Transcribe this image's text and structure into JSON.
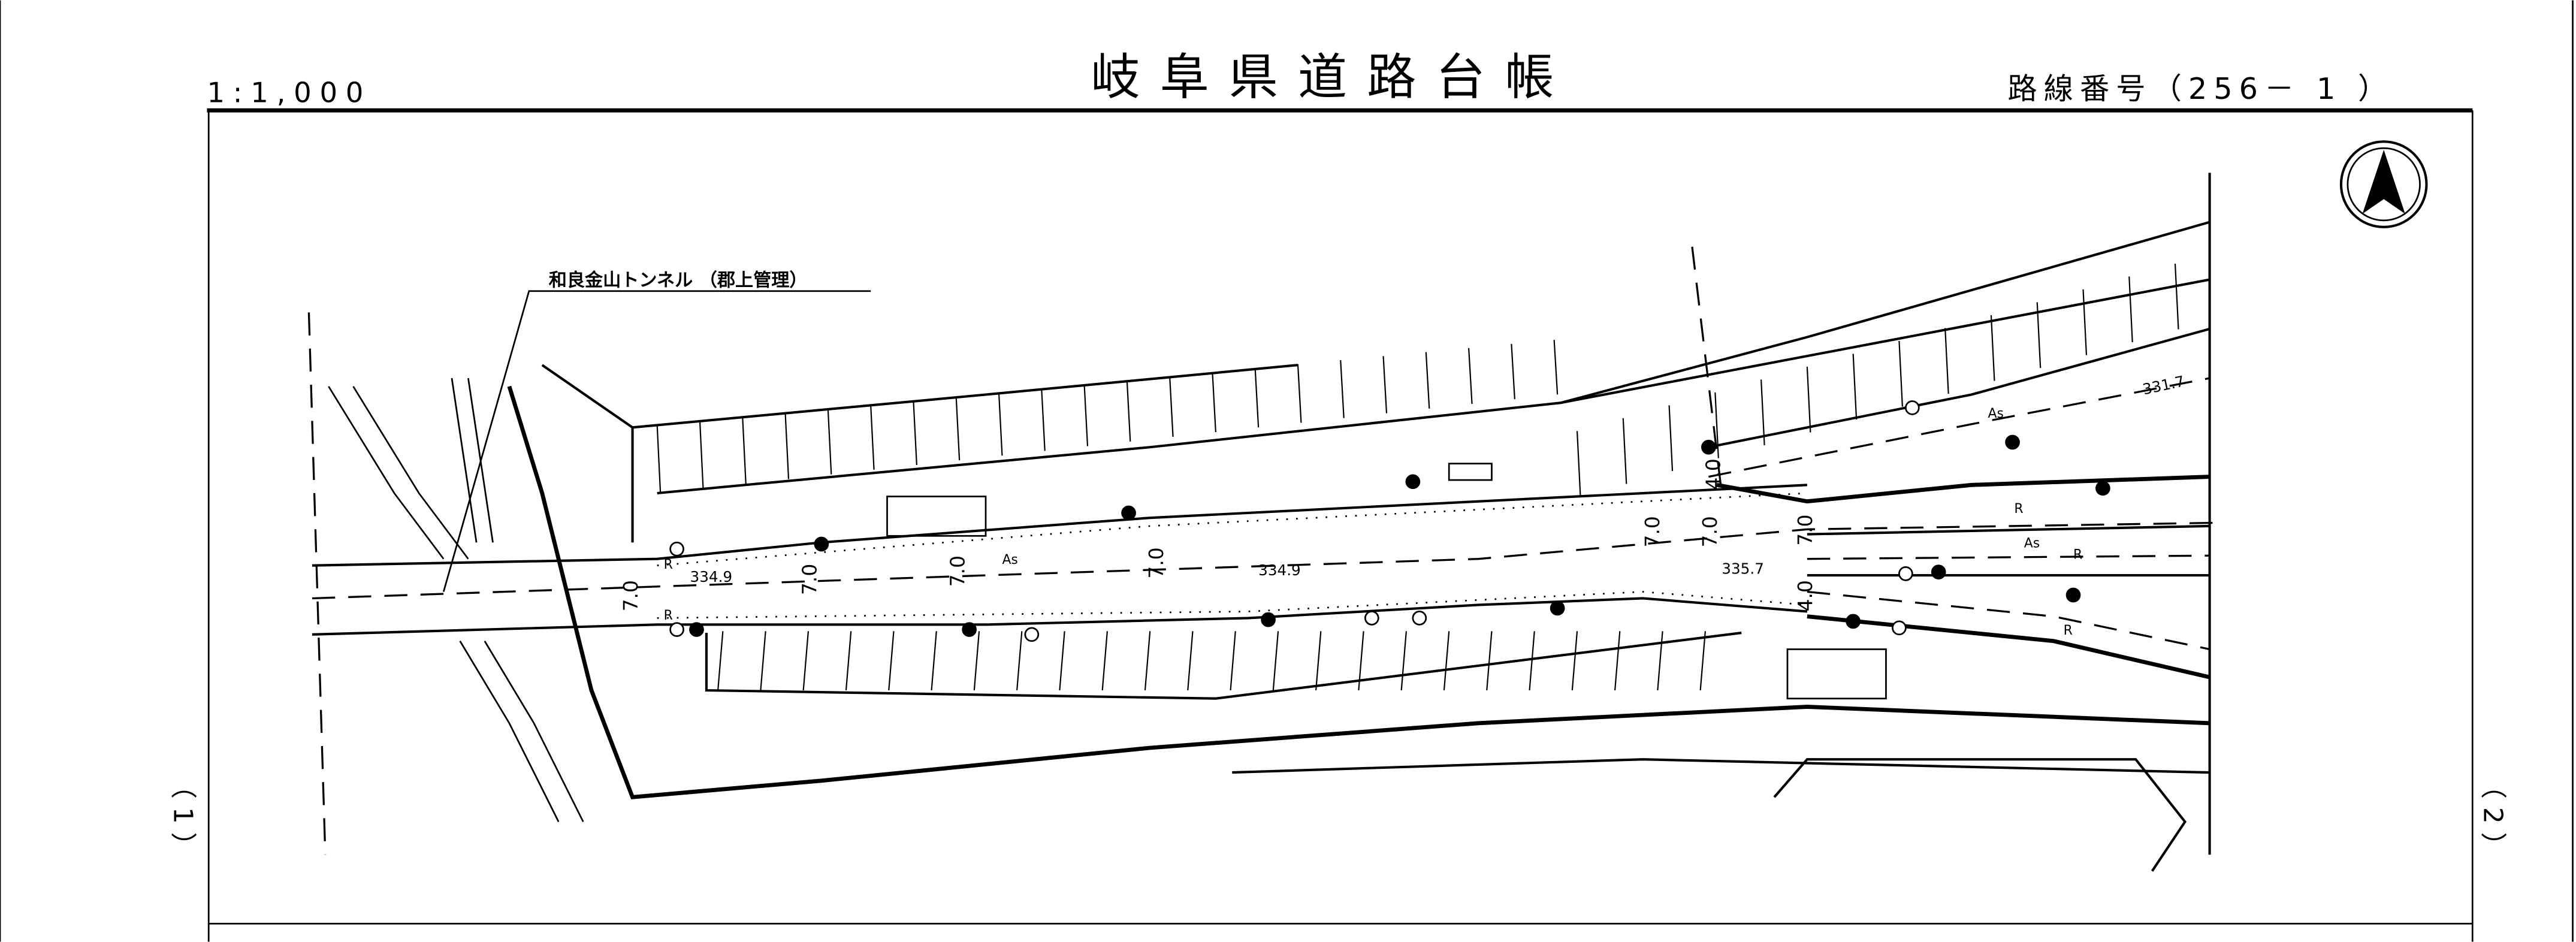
{
  "header": {
    "scale": "1:1,000",
    "title": "岐阜県道路台帳",
    "route_label": "路線番号（256－ 1 ）"
  },
  "sheet_markers": {
    "left": "（ 1 ）",
    "right": "（ 2 ）"
  },
  "north_arrow": {
    "icon": "north-arrow-icon"
  },
  "annotations": {
    "tunnel_label": "和良金山トンネル （郡上管理）",
    "elevations": [
      "334.9",
      "334.9",
      "335.7",
      "331.7"
    ],
    "widths": [
      "7.0",
      "7.0",
      "7.0",
      "7.0",
      "7.0",
      "7.0",
      "7.0",
      "4.0",
      "4.0"
    ],
    "surface": [
      "As",
      "As",
      "As"
    ],
    "curb_marks": [
      "R",
      "R",
      "R",
      "R",
      "R"
    ]
  }
}
